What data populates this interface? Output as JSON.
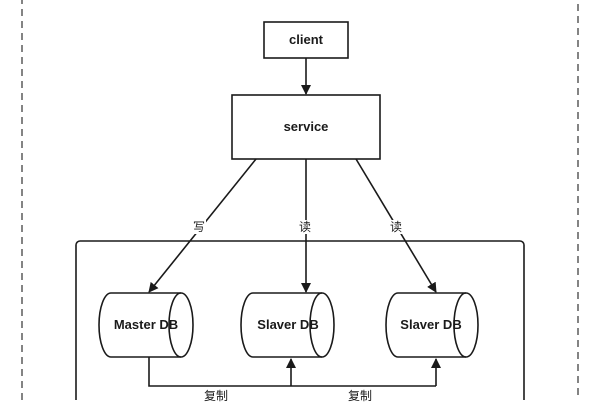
{
  "diagram": {
    "client_label": "client",
    "service_label": "service",
    "write_label": "写",
    "read_label_1": "读",
    "read_label_2": "读",
    "master_label": "Master DB",
    "slave1_label": "Slaver DB",
    "slave2_label": "Slaver DB",
    "replicate_label_1": "复制",
    "replicate_label_2": "复制"
  }
}
